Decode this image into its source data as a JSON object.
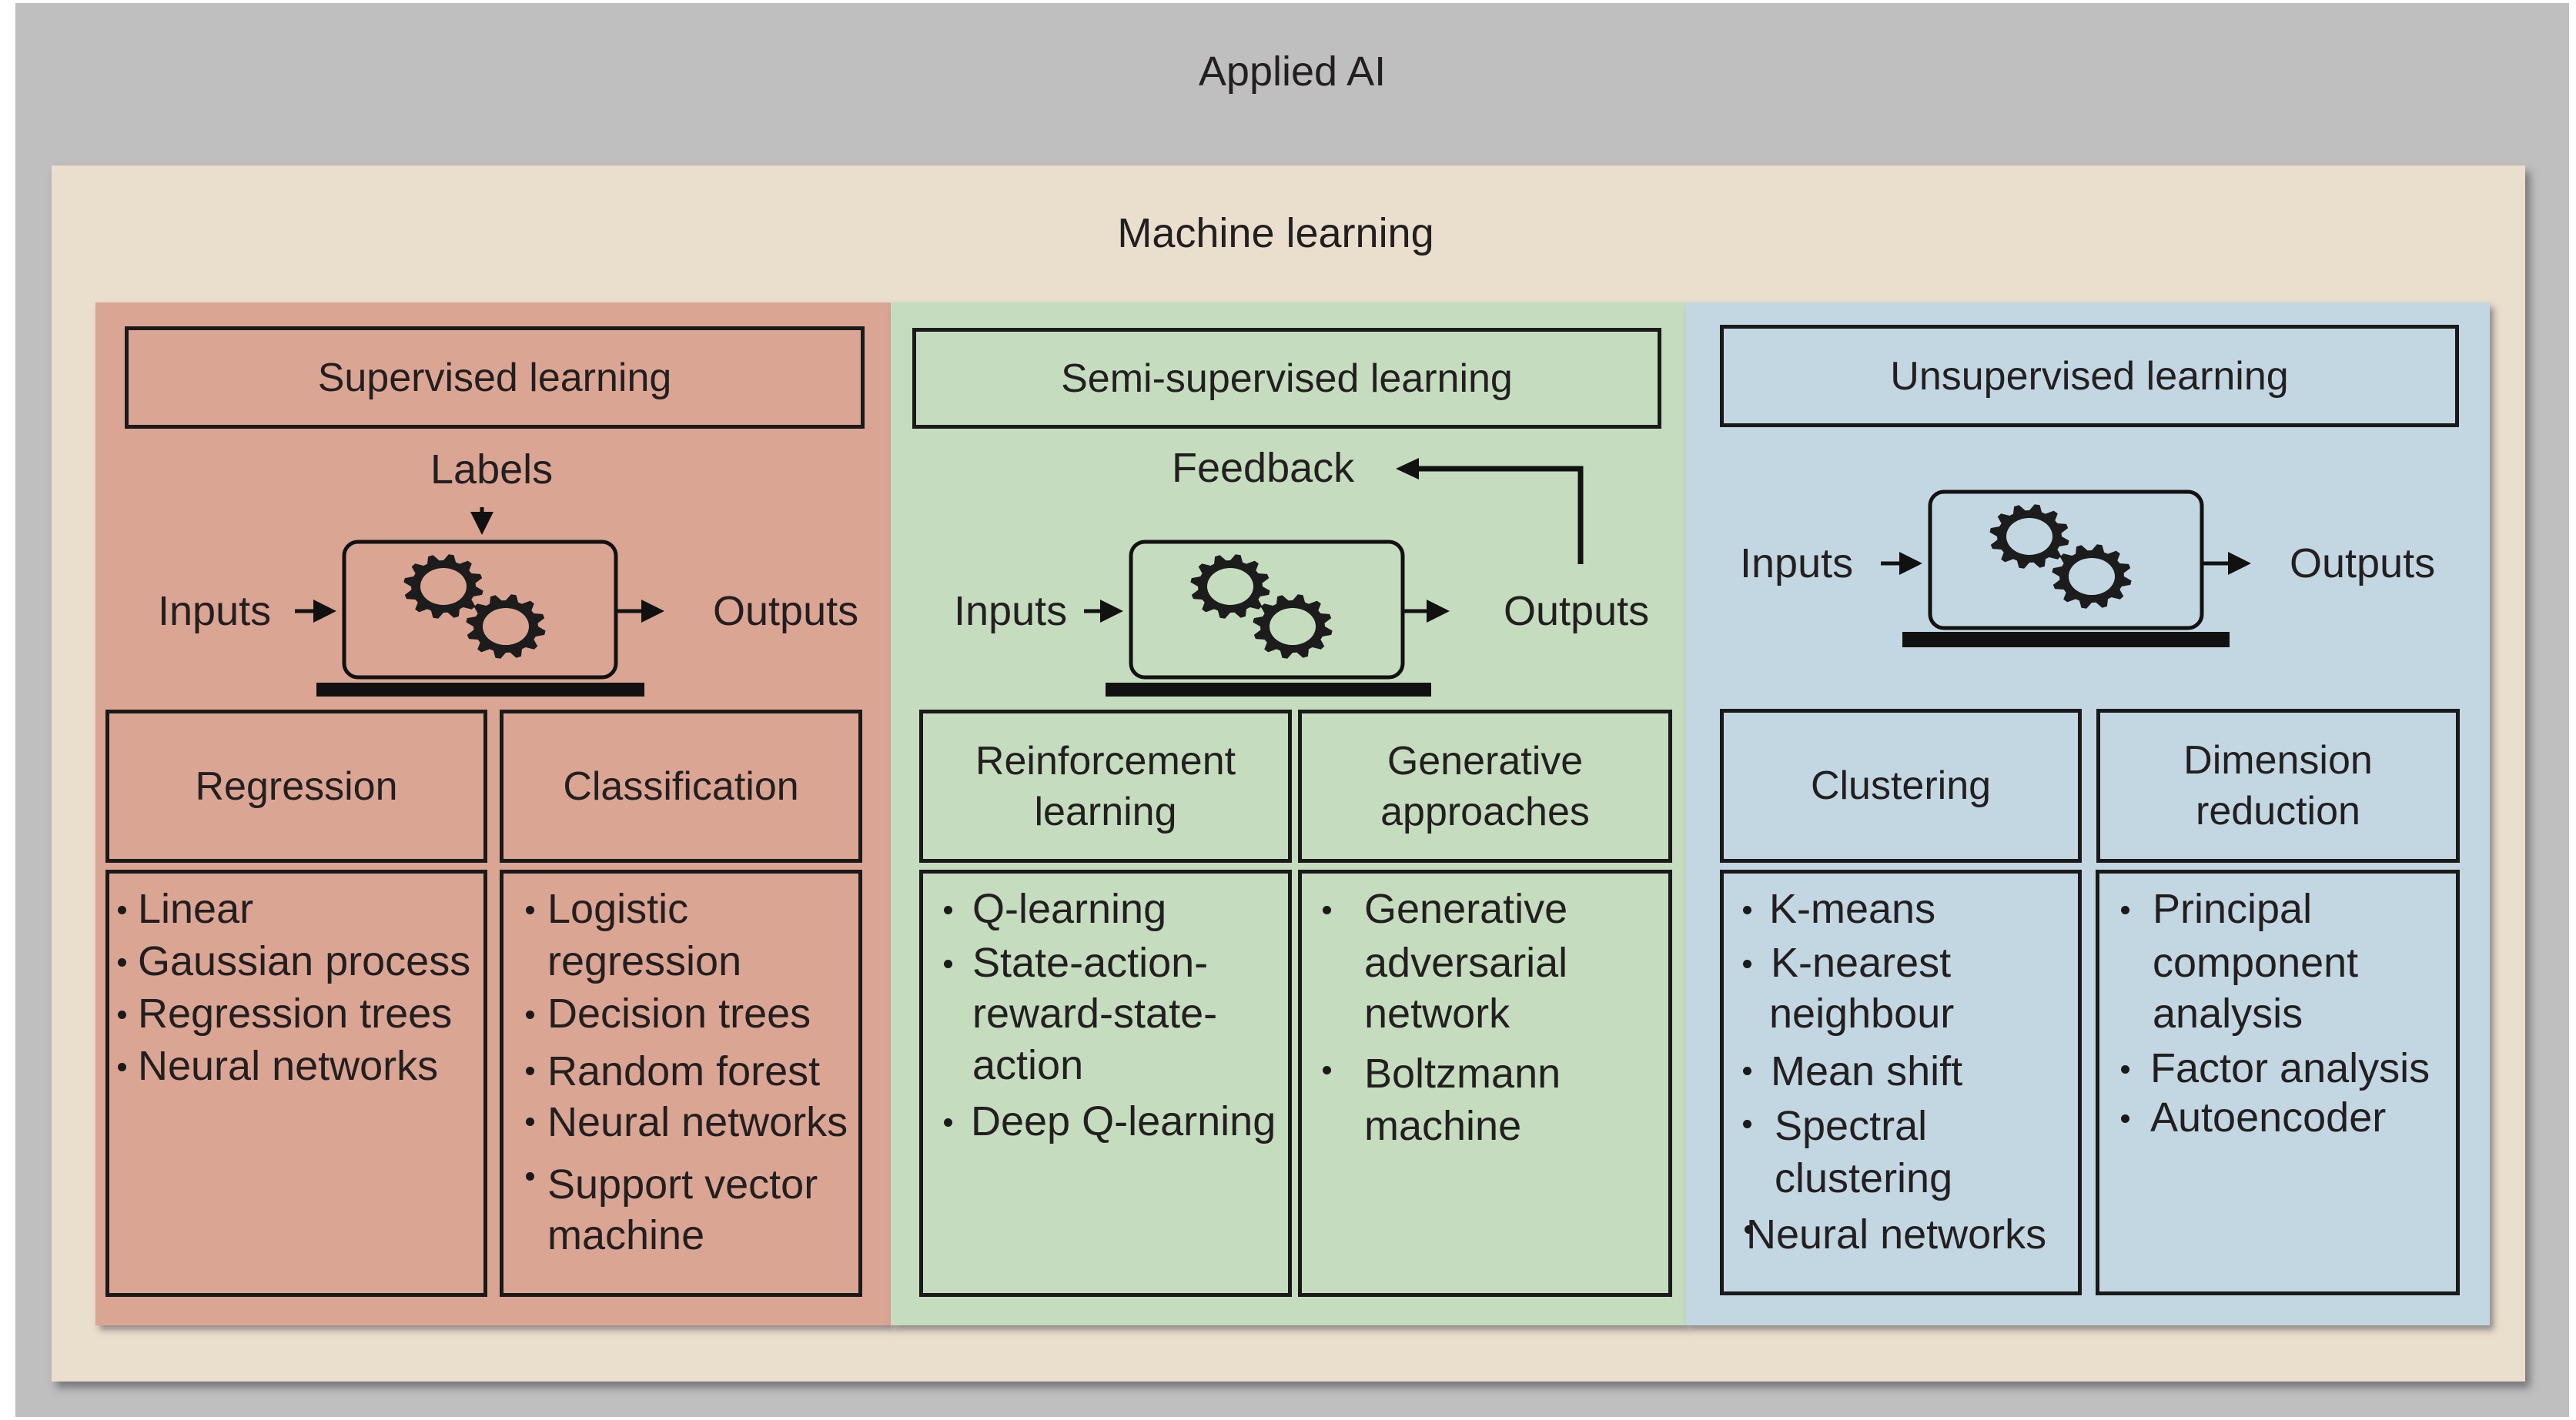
{
  "outer": {
    "title": "Applied AI",
    "color": "#bfbfbf"
  },
  "inner": {
    "title": "Machine learning",
    "color": "#eadecd"
  },
  "panels": {
    "supervised": {
      "title": "Supervised learning",
      "color": "#dba594",
      "diagram": {
        "top_label": "Labels",
        "input_label": "Inputs",
        "output_label": "Outputs",
        "icon": "gears-icon"
      },
      "categories": [
        {
          "title_lines": [
            "Regression"
          ],
          "items": [
            {
              "lines": [
                "Linear"
              ]
            },
            {
              "lines": [
                "Gaussian process"
              ]
            },
            {
              "lines": [
                "Regression trees"
              ]
            },
            {
              "lines": [
                "Neural networks"
              ]
            }
          ]
        },
        {
          "title_lines": [
            "Classification"
          ],
          "items": [
            {
              "lines": [
                "Logistic",
                "regression"
              ]
            },
            {
              "lines": [
                "Decision trees"
              ]
            },
            {
              "lines": [
                "Random forest"
              ]
            },
            {
              "lines": [
                "Neural networks"
              ]
            },
            {
              "lines": [
                "Support vector",
                "machine"
              ]
            }
          ]
        }
      ]
    },
    "semi_supervised": {
      "title": "Semi-supervised learning",
      "color": "#c5ddbe",
      "diagram": {
        "feedback_label": "Feedback",
        "input_label": "Inputs",
        "output_label": "Outputs",
        "icon": "gears-icon"
      },
      "categories": [
        {
          "title_lines": [
            "Reinforcement",
            "learning"
          ],
          "items": [
            {
              "lines": [
                "Q-learning"
              ]
            },
            {
              "lines": [
                "State-action-",
                "reward-state-",
                "action"
              ]
            },
            {
              "lines": [
                "Deep Q-learning"
              ]
            }
          ]
        },
        {
          "title_lines": [
            "Generative",
            "approaches"
          ],
          "items": [
            {
              "lines": [
                "Generative",
                "adversarial",
                "network"
              ]
            },
            {
              "lines": [
                "Boltzmann",
                "machine"
              ]
            }
          ]
        }
      ]
    },
    "unsupervised": {
      "title": "Unsupervised learning",
      "color": "#c3d7e2",
      "diagram": {
        "input_label": "Inputs",
        "output_label": "Outputs",
        "icon": "gears-icon"
      },
      "categories": [
        {
          "title_lines": [
            "Clustering"
          ],
          "items": [
            {
              "lines": [
                "K-means"
              ]
            },
            {
              "lines": [
                "K-nearest",
                "neighbour"
              ]
            },
            {
              "lines": [
                "Mean shift"
              ]
            },
            {
              "lines": [
                "Spectral",
                "clustering"
              ]
            },
            {
              "lines": [
                "Neural networks"
              ]
            }
          ]
        },
        {
          "title_lines": [
            "Dimension",
            "reduction"
          ],
          "items": [
            {
              "lines": [
                "Principal",
                "component",
                "analysis"
              ]
            },
            {
              "lines": [
                "Factor analysis"
              ]
            },
            {
              "lines": [
                "Autoencoder"
              ]
            }
          ]
        }
      ]
    }
  }
}
